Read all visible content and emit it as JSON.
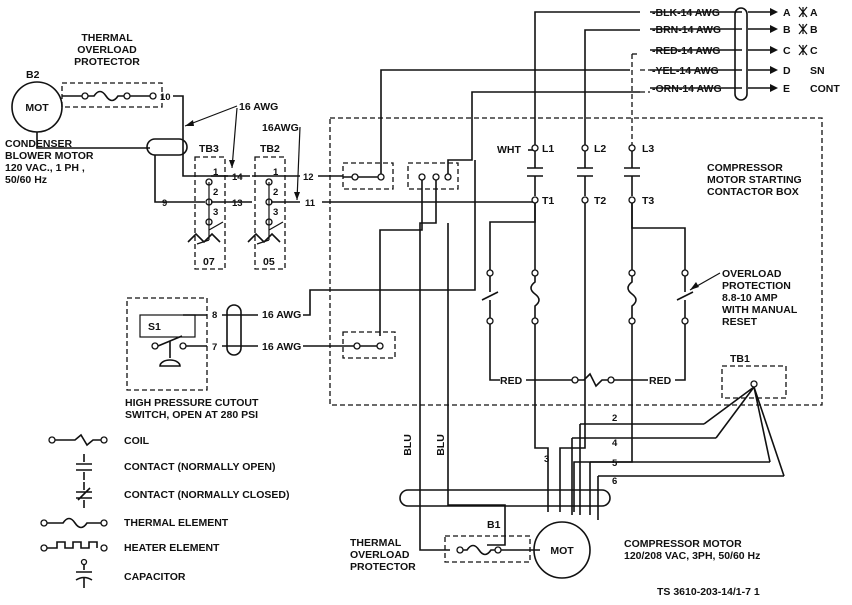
{
  "labels": {
    "thermal_overload_top": [
      "THERMAL",
      "OVERLOAD",
      "PROTECTOR"
    ],
    "b2": "B2",
    "mot": "MOT",
    "condenser": [
      "CONDENSER",
      "BLOWER MOTOR",
      "120 VAC., 1 PH ,",
      "50/60 Hz"
    ],
    "awg16_a": "16 AWG",
    "awg16_b": "16AWG",
    "tb3": "TB3",
    "tb2": "TB2",
    "tb1": "TB1",
    "b1": "B1",
    "s1": "S1",
    "wht": "WHT",
    "red": "RED",
    "blu": "BLU",
    "n07": "07",
    "n05": "05",
    "compressor_box": [
      "COMPRESSOR",
      "MOTOR STARTING",
      "CONTACTOR BOX"
    ],
    "overload": [
      "OVERLOAD",
      "PROTECTION",
      "8.8-10 AMP",
      "WITH MANUAL",
      "RESET"
    ],
    "hp_switch": [
      "HIGH PRESSURE CUTOUT",
      "SWITCH, OPEN AT 280 PSI"
    ],
    "thermal_overload_bottom": [
      "THERMAL",
      "OVERLOAD",
      "PROTECTOR"
    ],
    "compressor_motor": [
      "COMPRESSOR MOTOR",
      "120/208 VAC, 3PH, 50/60 Hz"
    ],
    "ts_code": "TS 3610-203-14/1-7 1"
  },
  "wires_in": [
    {
      "name": "BLK-14 AWG",
      "letter": "A",
      "code": "A"
    },
    {
      "name": "BRN-14 AWG",
      "letter": "B",
      "code": "B"
    },
    {
      "name": "RED-14 AWG",
      "letter": "C",
      "code": "C"
    },
    {
      "name": "YEL-14 AWG",
      "letter": "D",
      "code": "SN"
    },
    {
      "name": "ORN-14 AWG",
      "letter": "E",
      "code": "CONT"
    }
  ],
  "wire_numbers": {
    "n10": "10",
    "n12": "12",
    "n14": "14",
    "n13": "13",
    "n11": "11",
    "n9": "9",
    "n8": "8",
    "n7": "7",
    "tb3_1": "1",
    "tb3_2": "2",
    "tb3_3": "3",
    "tb2_1": "1",
    "tb2_2": "2",
    "tb2_3": "3",
    "m2": "2",
    "m3": "3",
    "m4": "4",
    "m5": "5",
    "m6": "6"
  },
  "terminals": {
    "l1": "L1",
    "l2": "L2",
    "l3": "L3",
    "t1": "T1",
    "t2": "T2",
    "t3": "T3"
  },
  "legend": [
    {
      "key": "coil",
      "label": "COIL"
    },
    {
      "key": "contact_no",
      "label": "CONTACT (NORMALLY OPEN)"
    },
    {
      "key": "contact_nc",
      "label": "CONTACT (NORMALLY CLOSED)"
    },
    {
      "key": "thermal",
      "label": "THERMAL ELEMENT"
    },
    {
      "key": "heater",
      "label": "HEATER ELEMENT"
    },
    {
      "key": "capacitor",
      "label": "CAPACITOR"
    }
  ]
}
